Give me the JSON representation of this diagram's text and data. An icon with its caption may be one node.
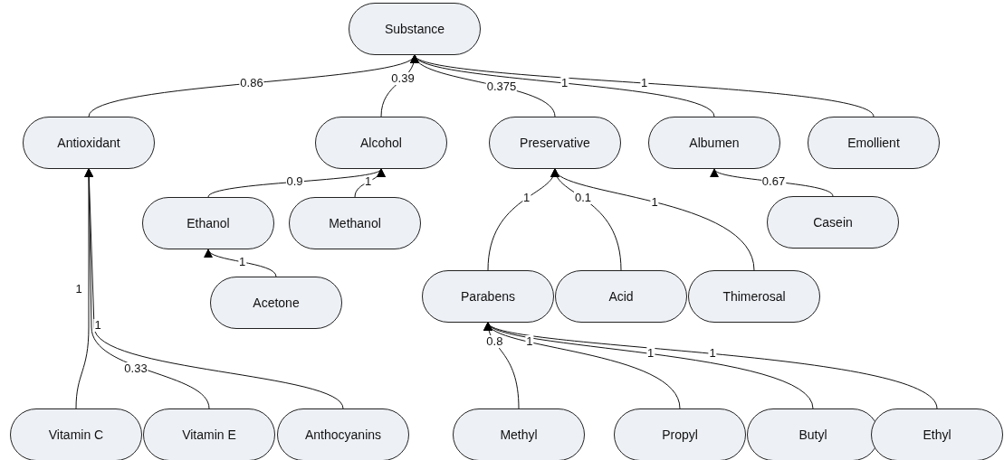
{
  "diagram": {
    "nodes": [
      {
        "text": [
          "Substance"
        ]
      },
      {
        "text": [
          "Antioxidant"
        ]
      },
      {
        "text": [
          "Alcohol"
        ]
      },
      {
        "text": [
          "Preservative"
        ]
      },
      {
        "text": [
          "Albumen"
        ]
      },
      {
        "text": [
          "Emollient"
        ]
      },
      {
        "text": [
          "Ethanol"
        ]
      },
      {
        "text": [
          "Methanol"
        ]
      },
      {
        "text": [
          "Casein"
        ]
      },
      {
        "text": [
          "Acetone"
        ]
      },
      {
        "text": [
          "Parabens"
        ]
      },
      {
        "text": [
          "Acid"
        ]
      },
      {
        "text": [
          "Thimerosal"
        ]
      },
      {
        "text": [
          "Vitamin C"
        ]
      },
      {
        "text": [
          "Vitamin E"
        ]
      },
      {
        "text": [
          "Anthocyanins"
        ]
      },
      {
        "text": [
          "Methyl"
        ]
      },
      {
        "text": [
          "Propyl"
        ]
      },
      {
        "text": [
          "Butyl"
        ]
      },
      {
        "text": [
          "Ethyl"
        ]
      }
    ],
    "edges": [
      {
        "from": 1,
        "to": 0,
        "arrow": "to",
        "label": "0.86"
      },
      {
        "from": 2,
        "to": 0,
        "arrow": "to",
        "label": "0.39"
      },
      {
        "from": 3,
        "to": 0,
        "arrow": "to",
        "label": "0.375"
      },
      {
        "from": 4,
        "to": 0,
        "arrow": "to",
        "label": "1"
      },
      {
        "from": 5,
        "to": 0,
        "arrow": "to",
        "label": "1"
      },
      {
        "from": 6,
        "to": 2,
        "arrow": "to",
        "label": "0.9"
      },
      {
        "from": 7,
        "to": 2,
        "arrow": "to",
        "label": "1"
      },
      {
        "from": 9,
        "to": 6,
        "arrow": "to",
        "label": "1"
      },
      {
        "from": 10,
        "to": 3,
        "arrow": "to",
        "label": "1"
      },
      {
        "from": 11,
        "to": 3,
        "arrow": "to",
        "label": "0.1"
      },
      {
        "from": 12,
        "to": 3,
        "arrow": "to",
        "label": "1"
      },
      {
        "from": 8,
        "to": 4,
        "arrow": "to",
        "label": "0.67"
      },
      {
        "from": 13,
        "to": 1,
        "arrow": "to",
        "label": "1"
      },
      {
        "from": 14,
        "to": 1,
        "arrow": "to",
        "label": "1"
      },
      {
        "from": 15,
        "to": 1,
        "arrow": "to",
        "label": "0.33"
      },
      {
        "from": 16,
        "to": 10,
        "arrow": "to",
        "label": "0.8"
      },
      {
        "from": 17,
        "to": 10,
        "arrow": "to",
        "label": "1"
      },
      {
        "from": 18,
        "to": 10,
        "arrow": "to",
        "label": "1"
      },
      {
        "from": 19,
        "to": 10,
        "arrow": "to",
        "label": "1"
      }
    ]
  }
}
